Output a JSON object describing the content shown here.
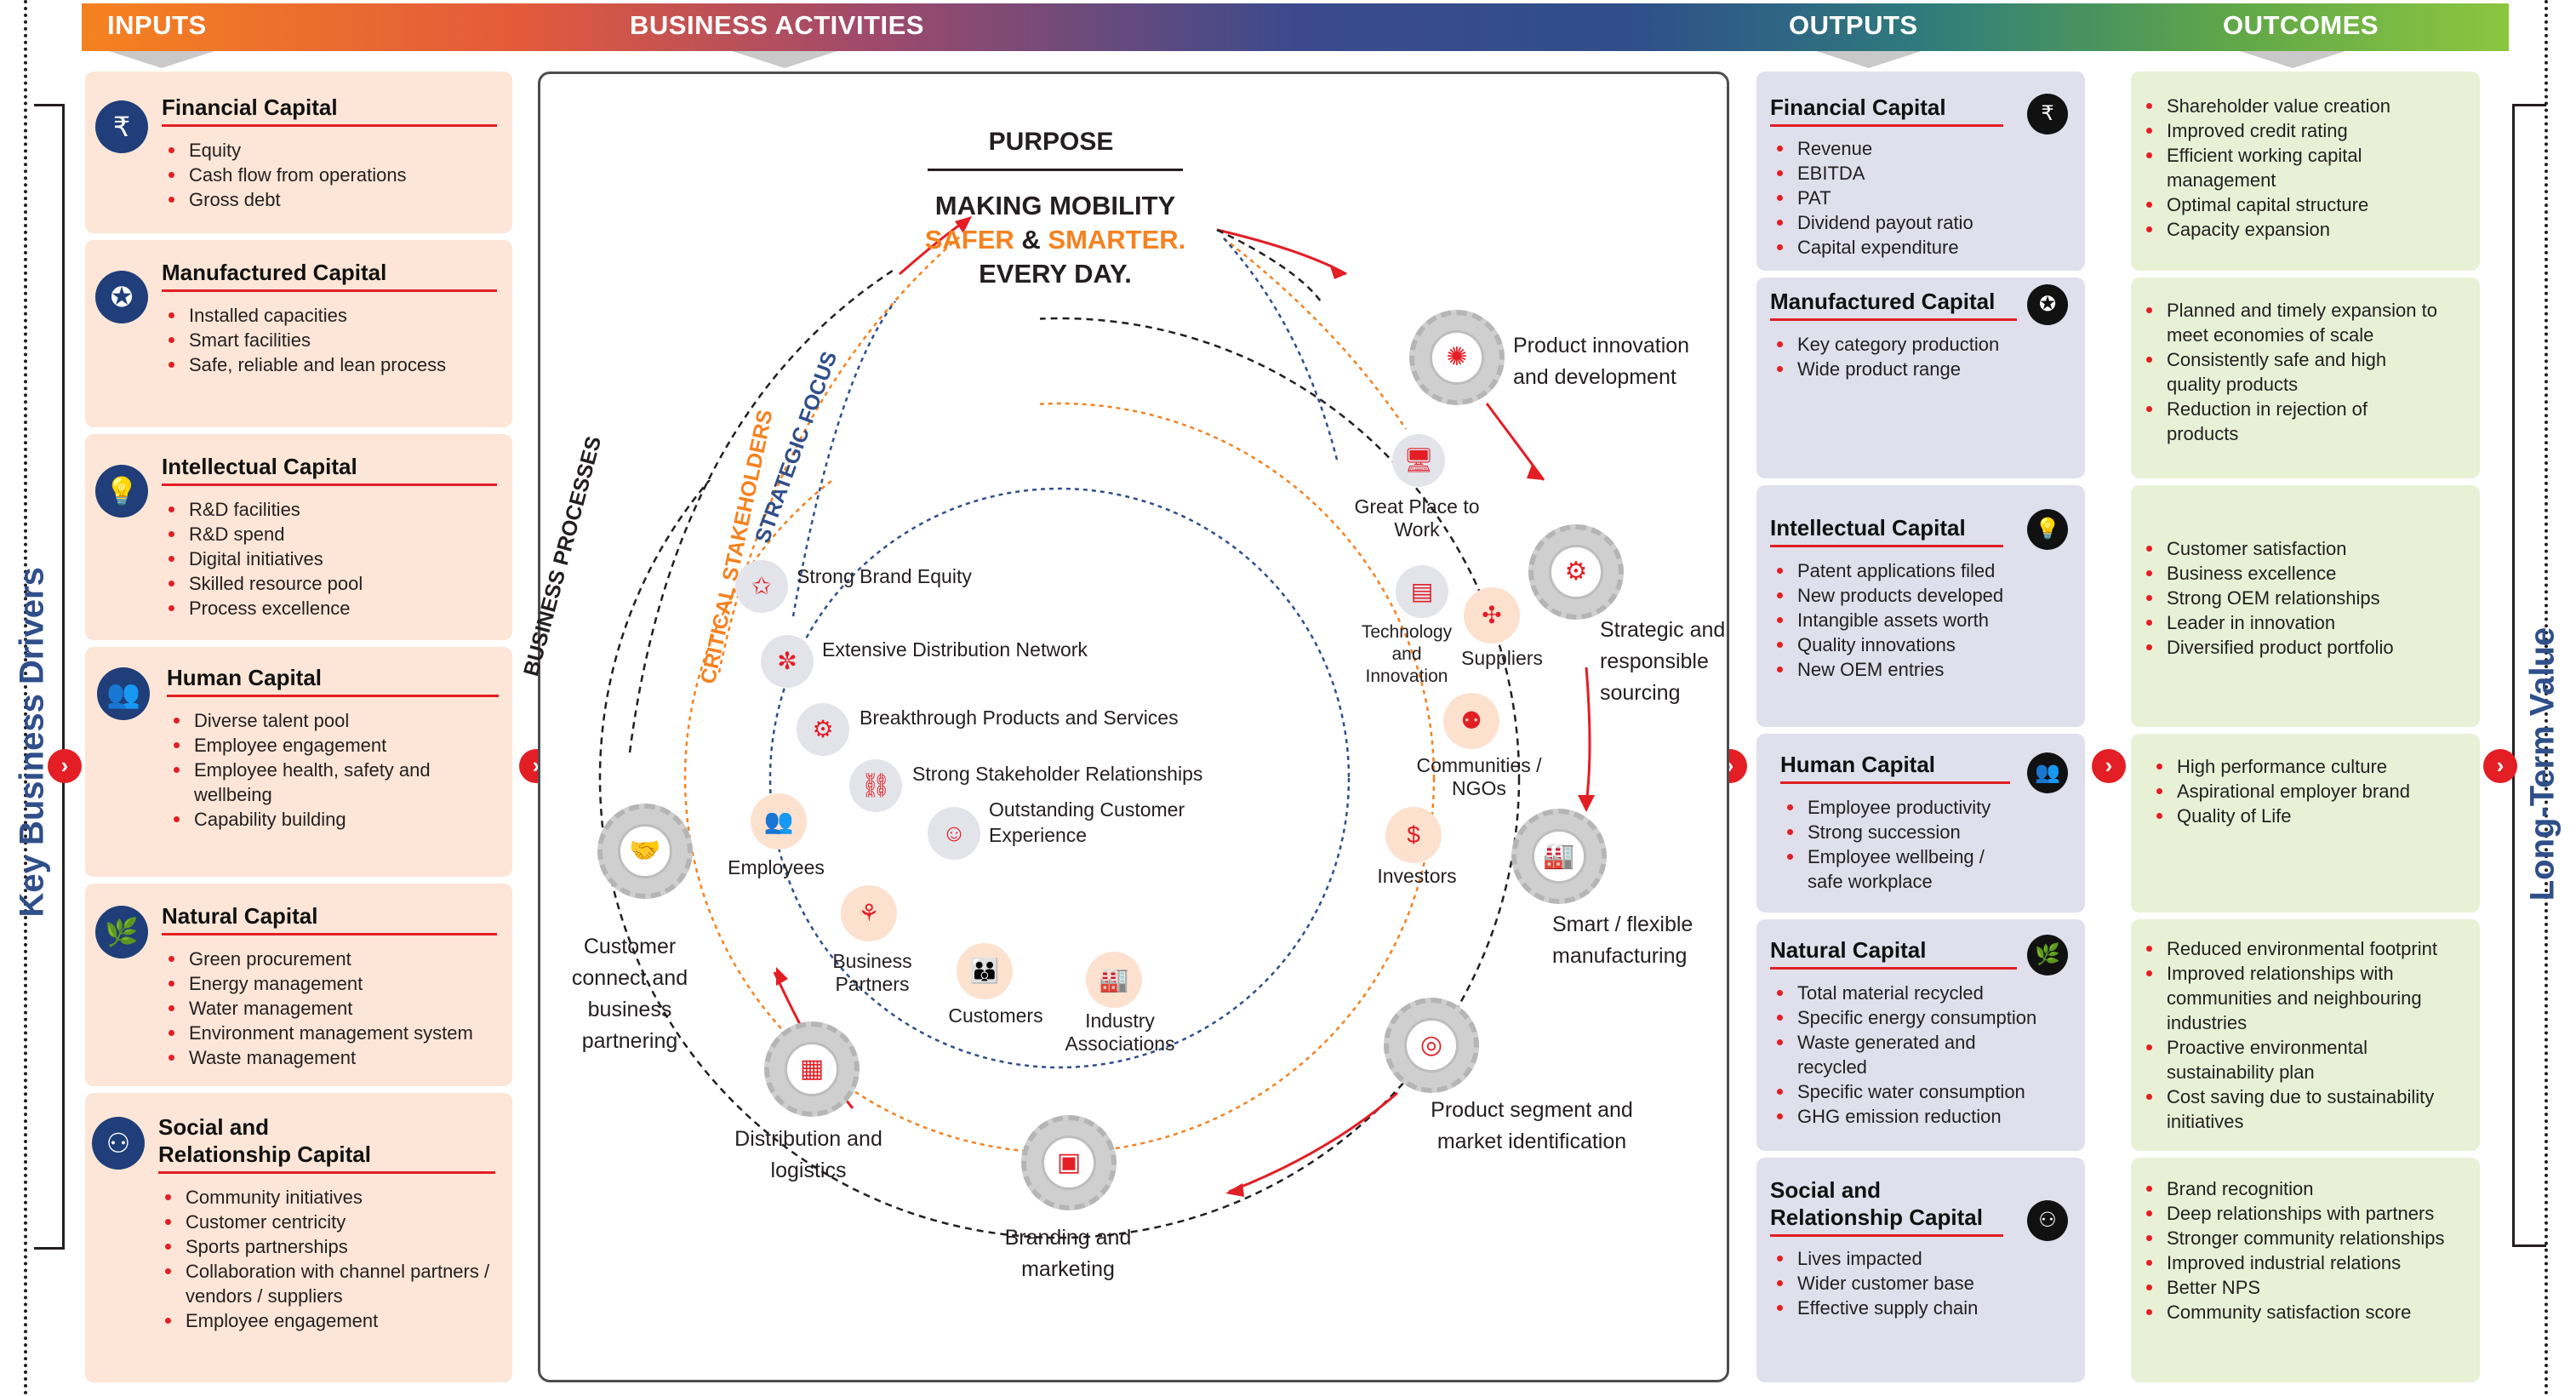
{
  "header": {
    "inputs": "INPUTS",
    "business_activities": "BUSINESS ACTIVITIES",
    "outputs": "OUTPUTS",
    "outcomes": "OUTCOMES"
  },
  "side": {
    "left": "Key Business Drivers",
    "right": "Long-Term Value"
  },
  "inputs": [
    {
      "title": "Financial Capital",
      "items": [
        "Equity",
        "Cash flow from operations",
        "Gross debt"
      ]
    },
    {
      "title": "Manufactured Capital",
      "items": [
        "Installed capacities",
        "Smart facilities",
        "Safe, reliable and lean process"
      ]
    },
    {
      "title": "Intellectual Capital",
      "items": [
        "R&D facilities",
        "R&D spend",
        "Digital initiatives",
        "Skilled resource pool",
        "Process excellence"
      ]
    },
    {
      "title": "Human Capital",
      "items": [
        "Diverse talent pool",
        "Employee engagement",
        "Employee health, safety and wellbeing",
        "Capability building"
      ]
    },
    {
      "title": "Natural Capital",
      "items": [
        "Green procurement",
        "Energy management",
        "Water management",
        "Environment management system",
        "Waste management"
      ]
    },
    {
      "title": "Social and Relationship Capital",
      "items": [
        "Community initiatives",
        "Customer centricity",
        "Sports partnerships",
        "Collaboration with channel partners / vendors / suppliers",
        "Employee engagement"
      ]
    }
  ],
  "purpose": {
    "title": "PURPOSE",
    "line1": "MAKING MOBILITY",
    "safer": "SAFER",
    "amp": " & ",
    "smarter": "SMARTER.",
    "line3": "EVERY DAY."
  },
  "arcs": {
    "business_processes": "BUSINESS PROCESSES",
    "critical_stakeholders": "CRITICAL STAKEHOLDERS",
    "strategic_focus": "STRATEGIC FOCUS"
  },
  "processes": [
    "Product innovation and development",
    "Strategic and responsible sourcing",
    "Smart / flexible manufacturing",
    "Product segment and market identification",
    "Branding and marketing",
    "Distribution and logistics",
    "Customer connect and business partnering"
  ],
  "stakeholders": [
    "Great Place to Work",
    "Technology and Innovation",
    "Suppliers",
    "Communities / NGOs",
    "Investors",
    "Industry Associations",
    "Customers",
    "Business Partners",
    "Employees"
  ],
  "strategic_focus": [
    "Strong Brand Equity",
    "Extensive Distribution Network",
    "Breakthrough Products and Services",
    "Strong Stakeholder Relationships",
    "Outstanding Customer Experience"
  ],
  "outputs": [
    {
      "title": "Financial Capital",
      "items": [
        "Revenue",
        "EBITDA",
        "PAT",
        "Dividend payout ratio",
        "Capital expenditure"
      ]
    },
    {
      "title": "Manufactured Capital",
      "items": [
        "Key category production",
        "Wide product range"
      ]
    },
    {
      "title": "Intellectual Capital",
      "items": [
        "Patent applications filed",
        "New products developed",
        "Intangible assets worth",
        "Quality innovations",
        "New OEM entries"
      ]
    },
    {
      "title": "Human Capital",
      "items": [
        "Employee productivity",
        "Strong succession",
        "Employee wellbeing / safe workplace"
      ]
    },
    {
      "title": "Natural Capital",
      "items": [
        "Total material recycled",
        "Specific energy consumption",
        "Waste generated and recycled",
        "Specific water consumption",
        "GHG emission reduction"
      ]
    },
    {
      "title": "Social and Relationship Capital",
      "items": [
        "Lives impacted",
        "Wider customer base",
        "Effective supply chain"
      ]
    }
  ],
  "outcomes": [
    {
      "items": [
        "Shareholder value creation",
        "Improved credit rating",
        "Efficient working capital management",
        "Optimal capital structure",
        "Capacity expansion"
      ]
    },
    {
      "items": [
        "Planned and timely  expansion to meet economies of scale",
        "Consistently safe and high quality products",
        "Reduction in rejection of products"
      ]
    },
    {
      "items": [
        "Customer satisfaction",
        "Business excellence",
        "Strong OEM relationships",
        "Leader in innovation",
        "Diversified product portfolio"
      ]
    },
    {
      "items": [
        "High performance culture",
        "Aspirational employer brand",
        "Quality of Life"
      ]
    },
    {
      "items": [
        "Reduced environmental footprint",
        "Improved relationships with communities and neighbouring industries",
        "Proactive environmental sustainability plan",
        "Cost saving due to sustainability initiatives"
      ]
    },
    {
      "items": [
        "Brand recognition",
        "Deep relationships with partners",
        "Stronger community relationships",
        "Improved industrial relations",
        "Better NPS",
        "Community satisfaction score"
      ]
    }
  ],
  "icons": {
    "chevron": "›"
  }
}
